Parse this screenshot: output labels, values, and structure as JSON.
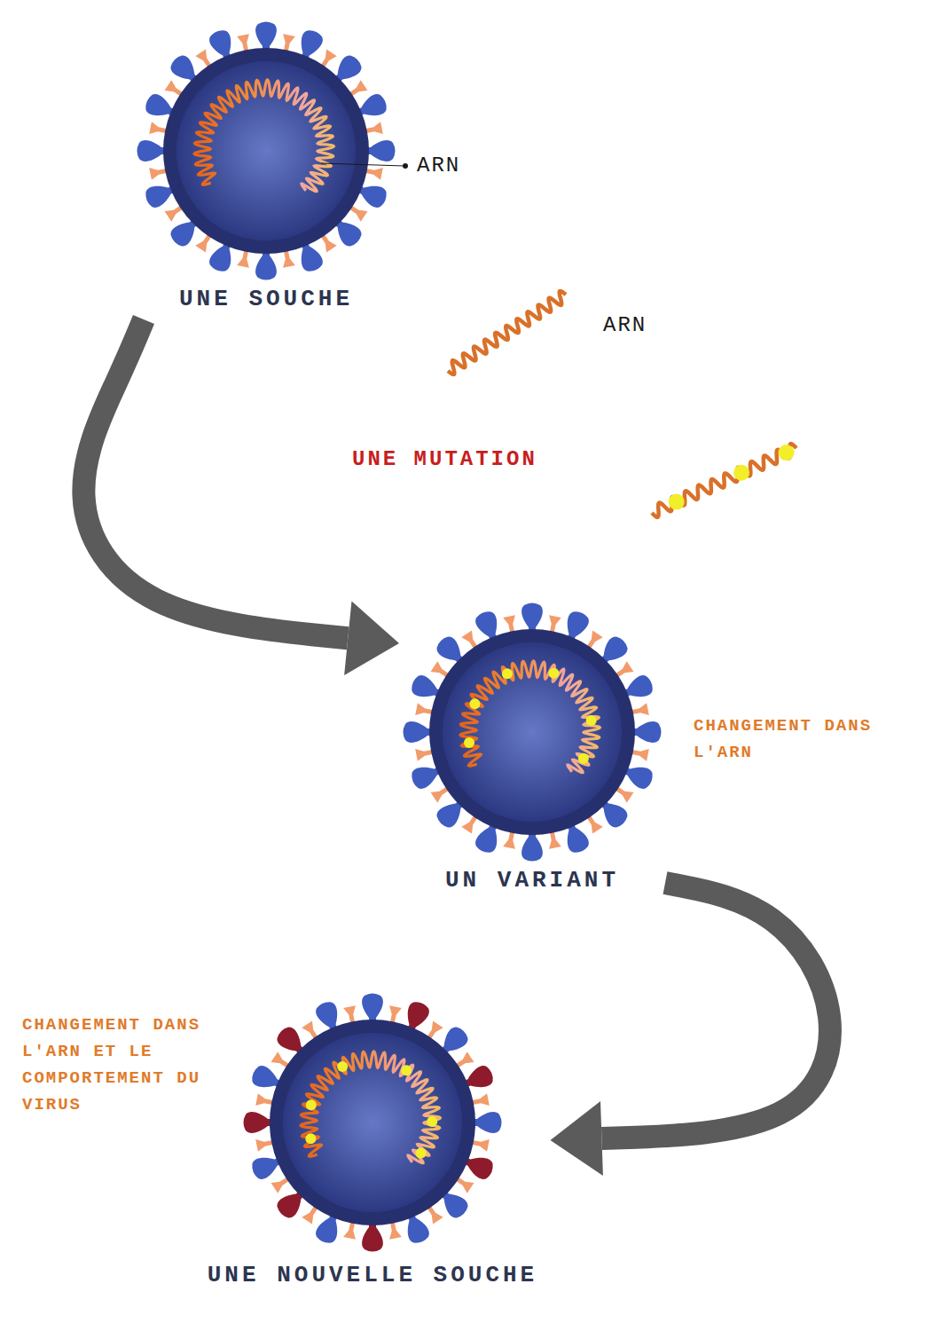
{
  "diagram": {
    "nodes": [
      {
        "text": [
          "UNE SOUCHE"
        ]
      },
      {
        "text": [
          "UN VARIANT"
        ]
      },
      {
        "text": [
          "UNE NOUVELLE SOUCHE"
        ]
      }
    ],
    "edges": [
      {
        "from": 0,
        "to": 1,
        "arrow": "to"
      },
      {
        "from": 1,
        "to": 2,
        "arrow": "to"
      }
    ],
    "labels": [
      "ARN",
      "ARN",
      "UNE MUTATION",
      "CHANGEMENT DANS L'ARN",
      "CHANGEMENT DANS L'ARN ET LE COMPORTEMENT DU VIRUS"
    ]
  }
}
